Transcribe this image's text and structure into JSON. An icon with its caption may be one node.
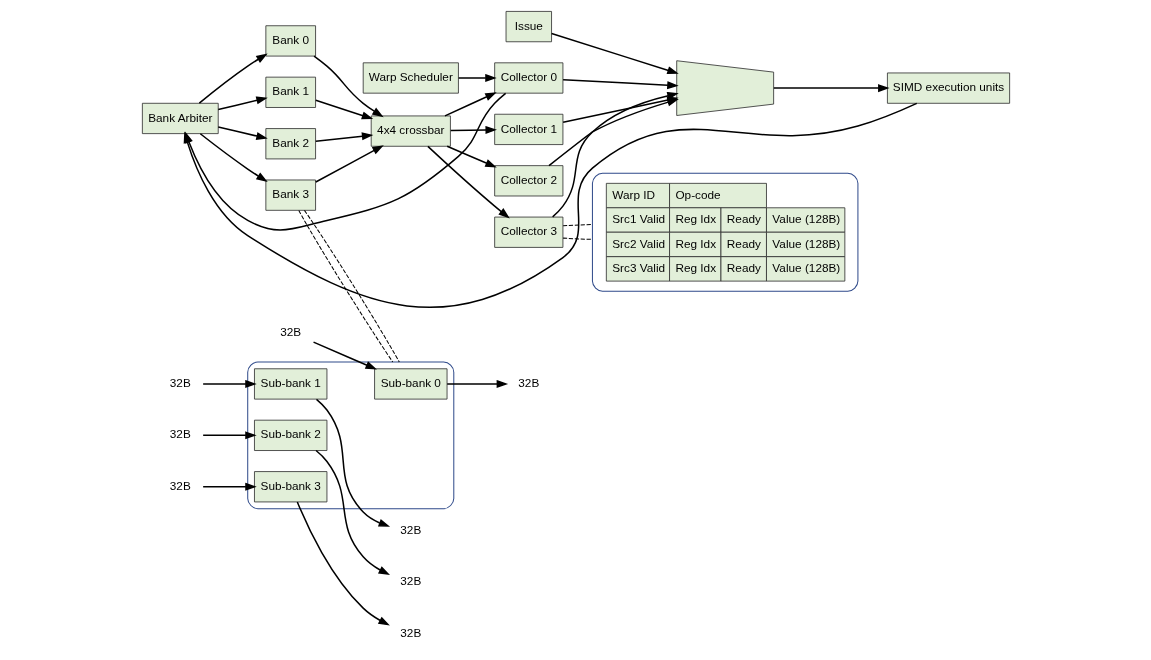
{
  "diagram": {
    "nodes": [
      {
        "text": [
          "Warp Scheduler"
        ]
      },
      {
        "text": [
          "Issue"
        ]
      },
      {
        "text": [
          "Bank Arbiter"
        ]
      },
      {
        "text": [
          "Bank 0"
        ]
      },
      {
        "text": [
          "Bank 1"
        ]
      },
      {
        "text": [
          "Bank 2"
        ]
      },
      {
        "text": [
          "Bank 3"
        ]
      },
      {
        "text": [
          "4x4 crossbar"
        ]
      },
      {
        "text": [
          "Collector 0"
        ]
      },
      {
        "text": [
          "Collector 1"
        ]
      },
      {
        "text": [
          "Collector 2"
        ]
      },
      {
        "text": [
          "Collector 3"
        ]
      },
      {
        "text": [],
        "shape": "trapezoid"
      },
      {
        "text": [
          "SIMD execution units"
        ]
      },
      {
        "text": [],
        "shape": "box"
      },
      {
        "text": [
          "Sub-bank 0"
        ],
        "in": 14
      },
      {
        "text": [
          "Sub-bank 1"
        ],
        "in": 14
      },
      {
        "text": [
          "Sub-bank 2"
        ],
        "in": 14
      },
      {
        "text": [
          "Sub-bank 3"
        ],
        "in": 14
      },
      {
        "text": [
          "32B"
        ]
      },
      {
        "text": [
          "32B"
        ]
      },
      {
        "text": [
          "32B"
        ]
      },
      {
        "text": [
          "32B"
        ]
      },
      {
        "text": [
          "32B"
        ]
      },
      {
        "text": [
          "32B"
        ]
      },
      {
        "text": [
          "32B"
        ]
      },
      {
        "text": [
          "32B"
        ]
      },
      {
        "text": [],
        "shape": "box"
      }
    ],
    "edges": [
      {
        "from": 0,
        "to": 8,
        "arrow": "to"
      },
      {
        "from": 8,
        "to": 2,
        "arrow": "to"
      },
      {
        "from": 1,
        "to": 12,
        "arrow": "to"
      },
      {
        "from": 2,
        "to": 3,
        "arrow": "to"
      },
      {
        "from": 2,
        "to": 4,
        "arrow": "to"
      },
      {
        "from": 2,
        "to": 5,
        "arrow": "to"
      },
      {
        "from": 2,
        "to": 6,
        "arrow": "to"
      },
      {
        "from": 3,
        "to": 7,
        "arrow": "to"
      },
      {
        "from": 4,
        "to": 7,
        "arrow": "to"
      },
      {
        "from": 5,
        "to": 7,
        "arrow": "to"
      },
      {
        "from": 6,
        "to": 7,
        "arrow": "to"
      },
      {
        "from": 7,
        "to": 8,
        "arrow": "to"
      },
      {
        "from": 7,
        "to": 9,
        "arrow": "to"
      },
      {
        "from": 7,
        "to": 10,
        "arrow": "to"
      },
      {
        "from": 7,
        "to": 11,
        "arrow": "to"
      },
      {
        "from": 8,
        "to": 12,
        "arrow": "to"
      },
      {
        "from": 9,
        "to": 12,
        "arrow": "to"
      },
      {
        "from": 10,
        "to": 12,
        "arrow": "to"
      },
      {
        "from": 11,
        "to": 12,
        "arrow": "to"
      },
      {
        "from": 12,
        "to": 13,
        "arrow": "to"
      },
      {
        "from": 13,
        "to": 2,
        "arrow": "to"
      },
      {
        "from": 6,
        "to": 14,
        "arrow": "none",
        "style": "dashed"
      },
      {
        "from": 6,
        "to": 14,
        "arrow": "none",
        "style": "dashed"
      },
      {
        "from": 11,
        "to": 27,
        "arrow": "none",
        "style": "dashed"
      },
      {
        "from": 11,
        "to": 27,
        "arrow": "none",
        "style": "dashed"
      },
      {
        "from": 19,
        "to": 15,
        "arrow": "to"
      },
      {
        "from": 15,
        "to": 20,
        "arrow": "to"
      },
      {
        "from": 21,
        "to": 16,
        "arrow": "to"
      },
      {
        "from": 16,
        "to": 22,
        "arrow": "to"
      },
      {
        "from": 23,
        "to": 17,
        "arrow": "to"
      },
      {
        "from": 17,
        "to": 24,
        "arrow": "to"
      },
      {
        "from": 25,
        "to": 18,
        "arrow": "to"
      },
      {
        "from": 18,
        "to": 26,
        "arrow": "to"
      }
    ],
    "labels": [
      "Warp ID",
      "Op-code",
      "Src1 Valid",
      "Reg Idx",
      "Ready",
      "Value (128B)",
      "Src2 Valid",
      "Reg Idx",
      "Ready",
      "Value (128B)",
      "Src3 Valid",
      "Reg Idx",
      "Ready",
      "Value (128B)"
    ]
  }
}
